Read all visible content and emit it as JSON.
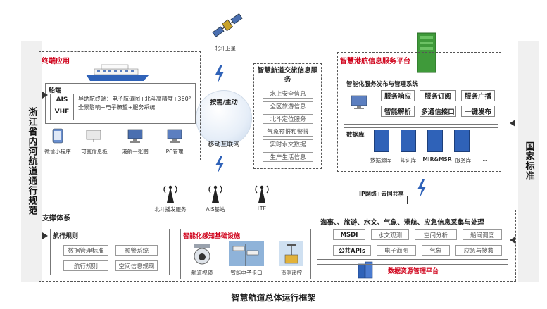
{
  "side_left": "浙江省内河航道通行规范",
  "side_right": "国家标准",
  "satellite_label": "北斗卫星",
  "network": {
    "top_label": "按需/主动",
    "bottom_label": "移动互联网"
  },
  "terminal": {
    "title": "终端应用",
    "ship_section": "船端",
    "ship_tags": [
      "AIS",
      "VHF"
    ],
    "ship_desc": "导助航终端：电子航道图+北斗高精度+360°全景影响+电子瞭望+服务系统",
    "devices": [
      "微信小程序",
      "可变信息板",
      "港航一张图",
      "PC管理"
    ]
  },
  "info_service": {
    "title": "智慧航道交旅信息服务",
    "items": [
      "水上安全信息",
      "全区旅游信息",
      "北斗定位服务",
      "气象预报和警报",
      "实时水文数据",
      "生产生活信息"
    ]
  },
  "platform": {
    "title": "智慧港航信息服务平台",
    "sub_title": "智能化服务发布与管理系统",
    "buttons": [
      "服务响应",
      "服务订阅",
      "服务广播",
      "智能解析",
      "多通信接口",
      "一键发布"
    ],
    "db_title": "数据库",
    "db_labels": [
      "数据源库",
      "知识库",
      "MIR&MSR",
      "服务库",
      "..."
    ]
  },
  "links": {
    "ip_share": "IP网络+云同共享"
  },
  "towers": [
    "北斗播发服务",
    "AIS基站",
    "LTE"
  ],
  "support": {
    "title": "支撑体系",
    "rules_title": "航行规则",
    "rules_items": [
      "数据管理标准",
      "预警系统",
      "航行规则",
      "空间信息规现"
    ],
    "sensing_title": "智能化感知基础设施",
    "sensing_items": [
      "航道视频",
      "智能电子卡口",
      "遥测遥控"
    ],
    "collect_title": "海事、、旅游、水文、气象、港航、应急信息采集与处理",
    "collect_items": [
      "MSDI",
      "水文观测",
      "空间分析",
      "船闸调度",
      "公共APIs",
      "电子海图",
      "气象",
      "应急与搜救"
    ],
    "resource_platform": "数据资源管理平台"
  },
  "footer_title": "智慧航道总体运行框架",
  "colors": {
    "accent_red": "#d0021b",
    "tower_green": "#3f9a3a",
    "server_blue": "#2f62b8",
    "sidebar_gray": "#f0f0f0"
  }
}
